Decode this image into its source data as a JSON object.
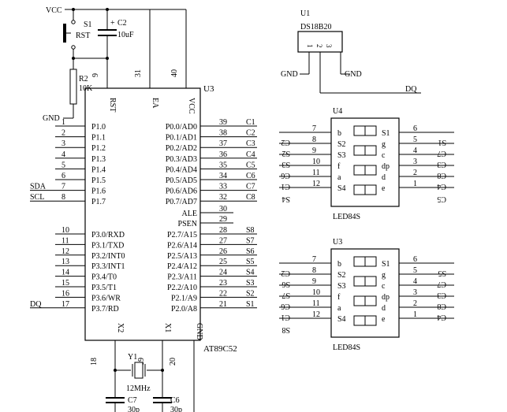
{
  "power": {
    "vcc": "VCC",
    "gnd": "GND"
  },
  "reset": {
    "switch_ref": "S1",
    "switch_name": "RST",
    "cap_ref": "C2",
    "cap_val": "10uF",
    "cap_polarity": "+",
    "res_ref": "R2",
    "res_val": "10K"
  },
  "mcu": {
    "ref": "U3",
    "part": "AT89C52",
    "top": [
      {
        "pin": "9",
        "label": "RST"
      },
      {
        "pin": "31",
        "label": "EA"
      },
      {
        "pin": "40",
        "label": "VCC"
      }
    ],
    "bottom": [
      {
        "pin": "18",
        "label": "X2"
      },
      {
        "pin": "19",
        "label": "X1"
      },
      {
        "pin": "20",
        "label": "GND"
      }
    ],
    "left": [
      {
        "pin": "1",
        "label": "P1.0",
        "net": ""
      },
      {
        "pin": "2",
        "label": "P1.1",
        "net": ""
      },
      {
        "pin": "3",
        "label": "P1.2",
        "net": ""
      },
      {
        "pin": "4",
        "label": "P1.3",
        "net": ""
      },
      {
        "pin": "5",
        "label": "P1.4",
        "net": ""
      },
      {
        "pin": "6",
        "label": "P1.5",
        "net": ""
      },
      {
        "pin": "7",
        "label": "P1.6",
        "net": "SDA"
      },
      {
        "pin": "8",
        "label": "P1.7",
        "net": "SCL"
      },
      {
        "pin": "10",
        "label": "P3.0/RXD",
        "net": ""
      },
      {
        "pin": "11",
        "label": "P3.1/TXD",
        "net": ""
      },
      {
        "pin": "12",
        "label": "P3.2/INT0",
        "net": ""
      },
      {
        "pin": "13",
        "label": "P3.3/INT1",
        "net": ""
      },
      {
        "pin": "14",
        "label": "P3.4/T0",
        "net": ""
      },
      {
        "pin": "15",
        "label": "P3.5/T1",
        "net": ""
      },
      {
        "pin": "16",
        "label": "P3.6/WR",
        "net": ""
      },
      {
        "pin": "17",
        "label": "P3.7/RD",
        "net": "DQ"
      }
    ],
    "right": [
      {
        "pin": "39",
        "label": "P0.0/AD0",
        "net": "C1"
      },
      {
        "pin": "38",
        "label": "P0.1/AD1",
        "net": "C2"
      },
      {
        "pin": "37",
        "label": "P0.2/AD2",
        "net": "C3"
      },
      {
        "pin": "36",
        "label": "P0.3/AD3",
        "net": "C4"
      },
      {
        "pin": "35",
        "label": "P0.4/AD4",
        "net": "C5"
      },
      {
        "pin": "34",
        "label": "P0.5/AD5",
        "net": "C6"
      },
      {
        "pin": "33",
        "label": "P0.6/AD6",
        "net": "C7"
      },
      {
        "pin": "32",
        "label": "P0.7/AD7",
        "net": "C8"
      },
      {
        "pin": "30",
        "label": "ALE",
        "net": ""
      },
      {
        "pin": "29",
        "label": "PSEN",
        "net": ""
      },
      {
        "pin": "28",
        "label": "P2.7/A15",
        "net": "S8"
      },
      {
        "pin": "27",
        "label": "P2.6/A14",
        "net": "S7"
      },
      {
        "pin": "26",
        "label": "P2.5/A13",
        "net": "S6"
      },
      {
        "pin": "25",
        "label": "P2.4/A12",
        "net": "S5"
      },
      {
        "pin": "24",
        "label": "P2.3/A11",
        "net": "S4"
      },
      {
        "pin": "23",
        "label": "P2.2/A10",
        "net": "S3"
      },
      {
        "pin": "22",
        "label": "P2.1/A9",
        "net": "S2"
      },
      {
        "pin": "21",
        "label": "P2.0/A8",
        "net": "S1"
      }
    ]
  },
  "crystal": {
    "ref": "Y1",
    "val": "12MHz",
    "cap1_ref": "C7",
    "cap1_val": "30p",
    "cap2_ref": "C6",
    "cap2_val": "30p"
  },
  "sensor": {
    "ref": "U1",
    "part": "DS18B20",
    "pins": [
      "1",
      "2",
      "3"
    ],
    "dq": "DQ"
  },
  "leds": [
    {
      "ref": "U4",
      "part": "LED84S",
      "left": [
        {
          "pin": "7",
          "label": "b",
          "net": ""
        },
        {
          "pin": "8",
          "label": "S2",
          "net": "C2"
        },
        {
          "pin": "9",
          "label": "S3",
          "net": "S2"
        },
        {
          "pin": "10",
          "label": "f",
          "net": "S3"
        },
        {
          "pin": "11",
          "label": "a",
          "net": "C6"
        },
        {
          "pin": "12",
          "label": "S4",
          "net": "C1"
        }
      ],
      "left_extra": "S4",
      "right": [
        {
          "pin": "6",
          "label": "S1",
          "net": ""
        },
        {
          "pin": "5",
          "label": "g",
          "net": "S1"
        },
        {
          "pin": "4",
          "label": "c",
          "net": "C7"
        },
        {
          "pin": "3",
          "label": "dp",
          "net": "C3"
        },
        {
          "pin": "2",
          "label": "d",
          "net": "C8"
        },
        {
          "pin": "1",
          "label": "e",
          "net": "C4"
        }
      ],
      "right_extra": "C5"
    },
    {
      "ref": "U3",
      "part": "LED84S",
      "left": [
        {
          "pin": "7",
          "label": "b",
          "net": ""
        },
        {
          "pin": "8",
          "label": "S2",
          "net": "C2"
        },
        {
          "pin": "9",
          "label": "S3",
          "net": "S6"
        },
        {
          "pin": "10",
          "label": "f",
          "net": "S7"
        },
        {
          "pin": "11",
          "label": "a",
          "net": "C6"
        },
        {
          "pin": "12",
          "label": "S4",
          "net": "C1"
        }
      ],
      "left_extra": "S8",
      "right": [
        {
          "pin": "6",
          "label": "S1",
          "net": ""
        },
        {
          "pin": "5",
          "label": "g",
          "net": "S5"
        },
        {
          "pin": "4",
          "label": "c",
          "net": "C7"
        },
        {
          "pin": "3",
          "label": "dp",
          "net": "C3"
        },
        {
          "pin": "2",
          "label": "d",
          "net": "C8"
        },
        {
          "pin": "1",
          "label": "e",
          "net": "C4"
        }
      ],
      "right_extra": ""
    }
  ]
}
